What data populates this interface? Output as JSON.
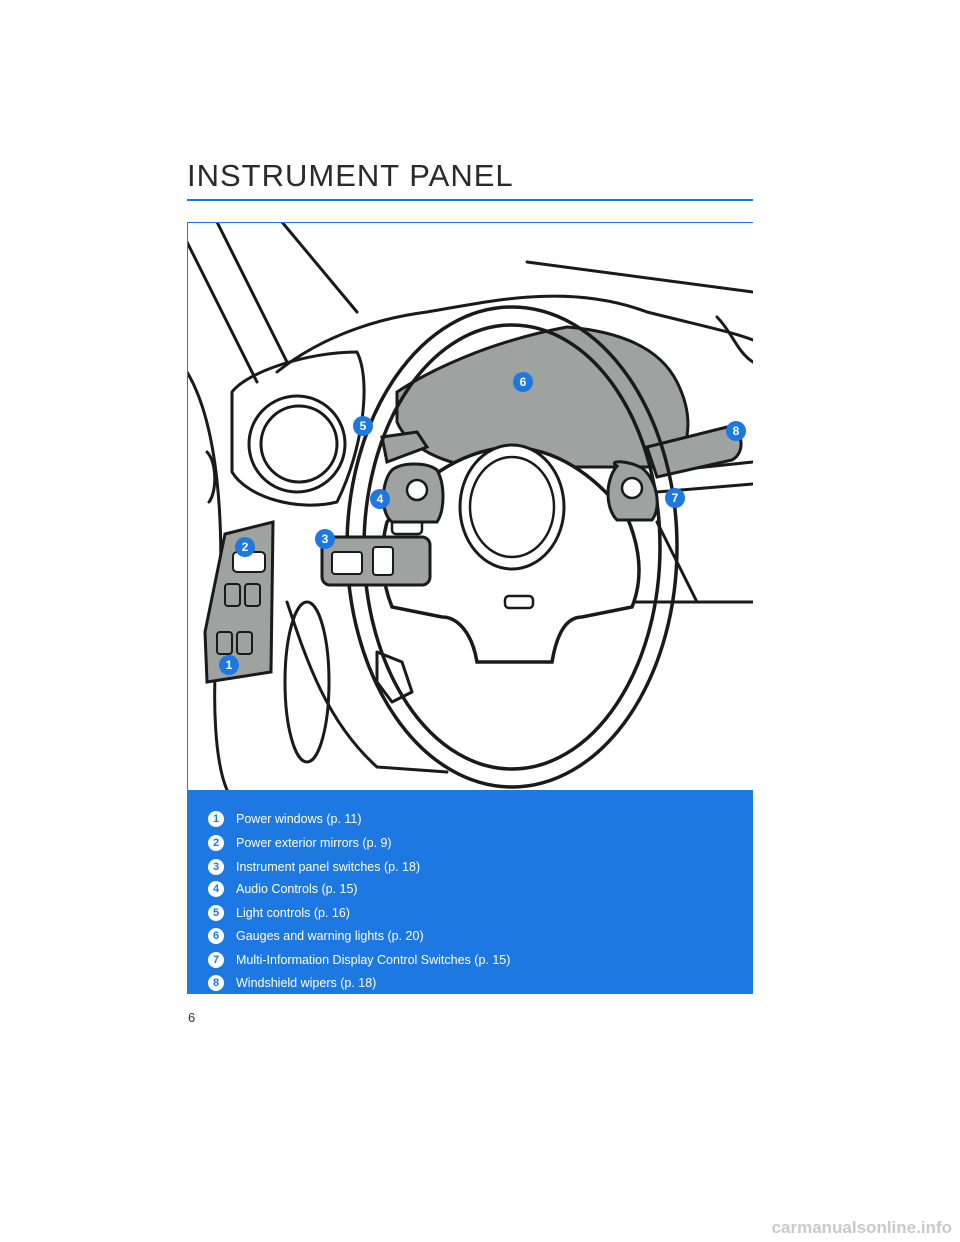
{
  "header": {
    "title": "INSTRUMENT PANEL"
  },
  "callouts": [
    "1",
    "2",
    "3",
    "4",
    "5",
    "6",
    "7",
    "8"
  ],
  "legend": [
    {
      "num": "1",
      "text": "Power windows (p. 11)"
    },
    {
      "num": "2",
      "text": "Power exterior mirrors (p. 9)"
    },
    {
      "num": "3",
      "text": "Instrument panel switches (p. 18)"
    },
    {
      "num": "4",
      "text": "Audio Controls (p. 15)"
    },
    {
      "num": "5",
      "text": "Light controls (p. 16)"
    },
    {
      "num": "6",
      "text": "Gauges and warning lights (p. 20)"
    },
    {
      "num": "7",
      "text": "Multi-Information Display Control Switches (p. 15)"
    },
    {
      "num": "8",
      "text": "Windshield wipers (p. 18)"
    }
  ],
  "page_number": "6",
  "watermark": "carmanualsonline.info",
  "colors": {
    "accent": "#1e78e2",
    "panel_gray": "#9ea3a1",
    "line": "#1a1a1a"
  }
}
